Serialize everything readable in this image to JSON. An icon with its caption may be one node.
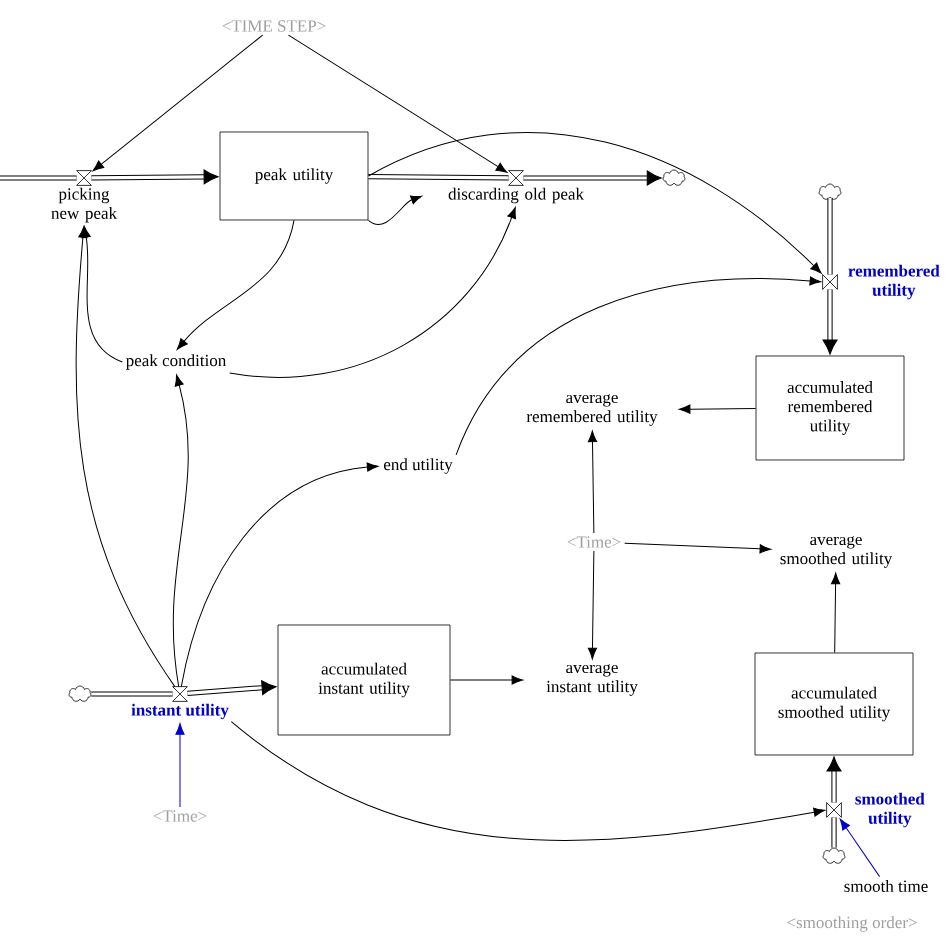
{
  "diagram": {
    "nodes": [
      {
        "text": [
          "<TIME STEP>"
        ]
      },
      {
        "text": [
          "picking new peak"
        ]
      },
      {
        "text": [
          "peak utility"
        ]
      },
      {
        "text": [
          "discarding old peak"
        ]
      },
      {
        "text": [],
        "shape": "cloud"
      },
      {
        "text": [],
        "shape": "cloud"
      },
      {
        "text": [
          "remembered utility"
        ]
      },
      {
        "text": [
          "accumulated remembered utility"
        ]
      },
      {
        "text": [
          "peak condition"
        ]
      },
      {
        "text": [
          "average remembered utility"
        ]
      },
      {
        "text": [
          "end utility"
        ]
      },
      {
        "text": [
          "<Time>"
        ]
      },
      {
        "text": [
          "average smoothed utility"
        ]
      },
      {
        "text": [
          "accumulated instant utility"
        ]
      },
      {
        "text": [
          "average instant utility"
        ]
      },
      {
        "text": [
          "accumulated smoothed utility"
        ]
      },
      {
        "text": [],
        "shape": "cloud"
      },
      {
        "text": [
          "instant utility"
        ]
      },
      {
        "text": [
          "<Time>"
        ]
      },
      {
        "text": [],
        "shape": "cloud"
      },
      {
        "text": [
          "smoothed utility"
        ]
      },
      {
        "text": [
          "smooth time"
        ]
      },
      {
        "text": [
          "<smoothing order>"
        ]
      }
    ],
    "edges": [
      {
        "from": null,
        "to": 1,
        "arrow": "none",
        "style": "thick"
      },
      {
        "from": 1,
        "to": 2,
        "arrow": "to",
        "style": "thick"
      },
      {
        "from": 2,
        "to": 3,
        "arrow": "none",
        "style": "thick"
      },
      {
        "from": 3,
        "to": 4,
        "arrow": "to",
        "style": "thick"
      },
      {
        "from": 0,
        "to": 1,
        "arrow": "to"
      },
      {
        "from": 0,
        "to": 3,
        "arrow": "to"
      },
      {
        "from": 2,
        "to": 3,
        "arrow": "to"
      },
      {
        "from": 2,
        "to": 6,
        "arrow": "to"
      },
      {
        "from": 2,
        "to": 8,
        "arrow": "to"
      },
      {
        "from": 8,
        "to": 1,
        "arrow": "to"
      },
      {
        "from": 8,
        "to": 3,
        "arrow": "to"
      },
      {
        "from": 17,
        "to": 8,
        "arrow": "to"
      },
      {
        "from": 17,
        "to": 1,
        "arrow": "to"
      },
      {
        "from": 17,
        "to": 10,
        "arrow": "to"
      },
      {
        "from": 17,
        "to": 20,
        "arrow": "to"
      },
      {
        "from": 10,
        "to": 6,
        "arrow": "to"
      },
      {
        "from": 5,
        "to": 6,
        "arrow": "none",
        "style": "thick"
      },
      {
        "from": 6,
        "to": 7,
        "arrow": "to",
        "style": "thick"
      },
      {
        "from": 7,
        "to": 9,
        "arrow": "to"
      },
      {
        "from": 11,
        "to": 9,
        "arrow": "to"
      },
      {
        "from": 11,
        "to": 14,
        "arrow": "to"
      },
      {
        "from": 11,
        "to": 12,
        "arrow": "to"
      },
      {
        "from": 13,
        "to": 14,
        "arrow": "to"
      },
      {
        "from": 15,
        "to": 12,
        "arrow": "to"
      },
      {
        "from": 16,
        "to": 17,
        "arrow": "none",
        "style": "thick"
      },
      {
        "from": 17,
        "to": 13,
        "arrow": "to",
        "style": "thick"
      },
      {
        "from": 19,
        "to": 20,
        "arrow": "none",
        "style": "thick"
      },
      {
        "from": 20,
        "to": 15,
        "arrow": "to",
        "style": "thick"
      },
      {
        "from": 18,
        "to": 17,
        "arrow": "to",
        "color": "#0000cc"
      },
      {
        "from": 21,
        "to": 20,
        "arrow": "to",
        "color": "#0000cc"
      }
    ]
  }
}
